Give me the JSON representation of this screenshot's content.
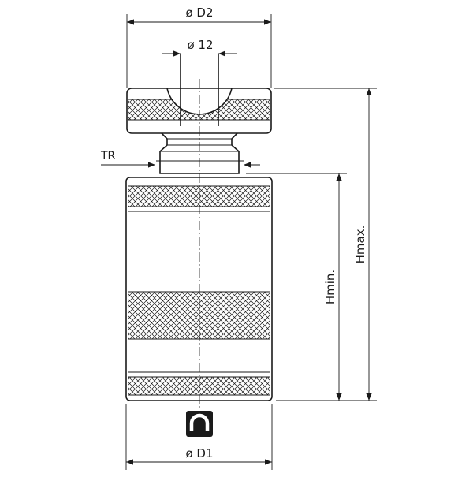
{
  "drawing": {
    "labels": {
      "d2": "ø D2",
      "d12": "ø 12",
      "tr": "TR",
      "hmin": "Hmin.",
      "hmax": "Hmax.",
      "d1": "ø D1"
    },
    "icons": [
      "magnet-icon"
    ],
    "colors": {
      "line": "#1a1a1a",
      "background": "#ffffff"
    }
  }
}
